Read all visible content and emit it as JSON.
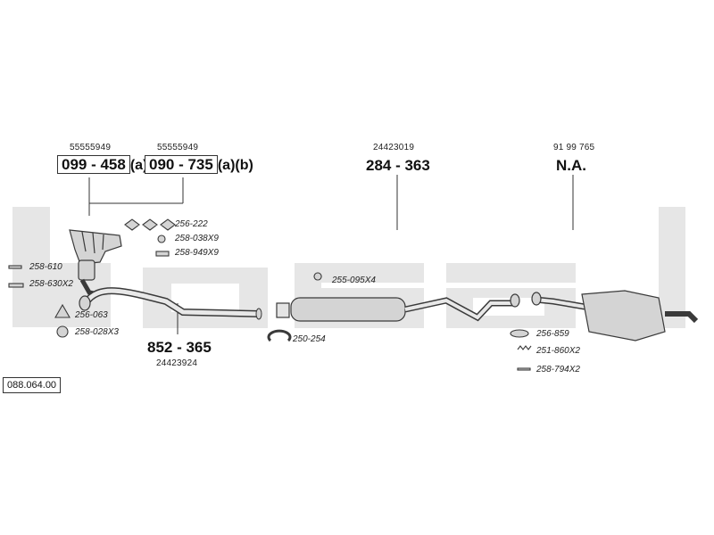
{
  "colors": {
    "watermark": "#e6e6e6",
    "line": "#333333",
    "part_fill": "#d4d4d4",
    "part_stroke": "#3a3a3a"
  },
  "diagram": {
    "reference_number": "088.064.00",
    "watermark_text": "bosal",
    "assemblies": [
      {
        "key": "manifold_a",
        "oem": "55555949",
        "part": "099 - 458",
        "suffix": "(a)"
      },
      {
        "key": "manifold_b",
        "oem": "55555949",
        "part": "090 - 735",
        "suffix": "(a)(b)"
      },
      {
        "key": "front_pipe",
        "oem": "24423924",
        "part": "852 - 365",
        "suffix": ""
      },
      {
        "key": "center_silencer",
        "oem": "24423019",
        "part": "284 - 363",
        "suffix": ""
      },
      {
        "key": "rear_silencer",
        "oem": "91 99 765",
        "part": "N.A.",
        "suffix": ""
      }
    ],
    "fittings": [
      {
        "key": "f1",
        "label": "256-222"
      },
      {
        "key": "f2",
        "label": "258-038X9"
      },
      {
        "key": "f3",
        "label": "258-949X9"
      },
      {
        "key": "f4",
        "label": "258-610"
      },
      {
        "key": "f5",
        "label": "258-630X2"
      },
      {
        "key": "f6",
        "label": "256-063"
      },
      {
        "key": "f7",
        "label": "258-028X3"
      },
      {
        "key": "f8",
        "label": "255-095X4"
      },
      {
        "key": "f9",
        "label": "250-254"
      },
      {
        "key": "f10",
        "label": "256-859"
      },
      {
        "key": "f11",
        "label": "251-860X2"
      },
      {
        "key": "f12",
        "label": "258-794X2"
      }
    ]
  }
}
